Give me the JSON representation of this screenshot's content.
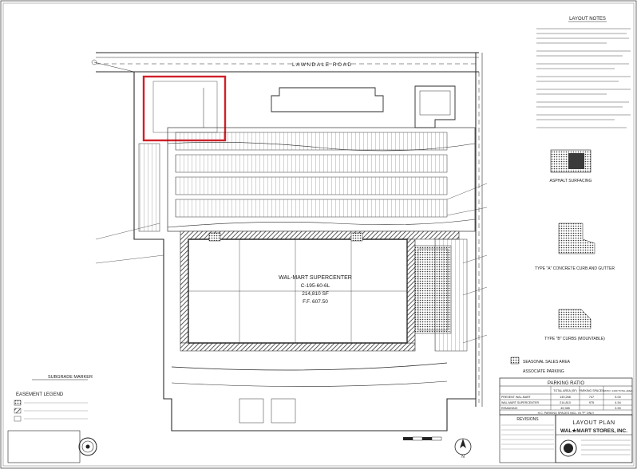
{
  "road": {
    "name": "LAWNDALE ROAD"
  },
  "store": {
    "name": "WAL-MART SUPERCENTER",
    "area_line1": "C-195-60-6L",
    "area_line2": "214,810 SF",
    "area_line3": "F.F. 607.50"
  },
  "layout_notes": {
    "title": "LAYOUT NOTES"
  },
  "details": {
    "asphalt": "ASPHALT SURFACING",
    "curb_a": "TYPE \"A\" CONCRETE CURB AND GUTTER",
    "curb_b": "TYPE \"B\" CURBS (MOUNTABLE)"
  },
  "seasonal_sales": "SEASONAL SALES AREA",
  "associate_parking": "ASSOCIATE PARKING",
  "parking_ratio": {
    "title": "PARKING RATIO",
    "headers": [
      "",
      "TOTAL AREA (SF)",
      "PARKING SPACES",
      "RATIO / 1000 TOTAL AREA"
    ],
    "rows": [
      [
        "PRESENT WAL-MART",
        "149,266",
        "747",
        "5.00"
      ],
      [
        "WAL-MART SUPERCENTER",
        "214,810",
        "975",
        "4.54"
      ],
      [
        "REMAINING",
        "49,985",
        "",
        "3.59"
      ]
    ],
    "footnote": "H.C. PARKING SPACES INCL. IN \"P\" ONLY"
  },
  "revisions": {
    "title": "REVISIONS"
  },
  "title_block": {
    "title": "LAYOUT PLAN",
    "company": "WAL★MART STORES, INC."
  },
  "easement_legend": {
    "title": "EASEMENT LEGEND"
  },
  "subgrade_marker": "SUBGRADE MARKER",
  "north_arrow": "N",
  "highlight_color": "#d0202a"
}
